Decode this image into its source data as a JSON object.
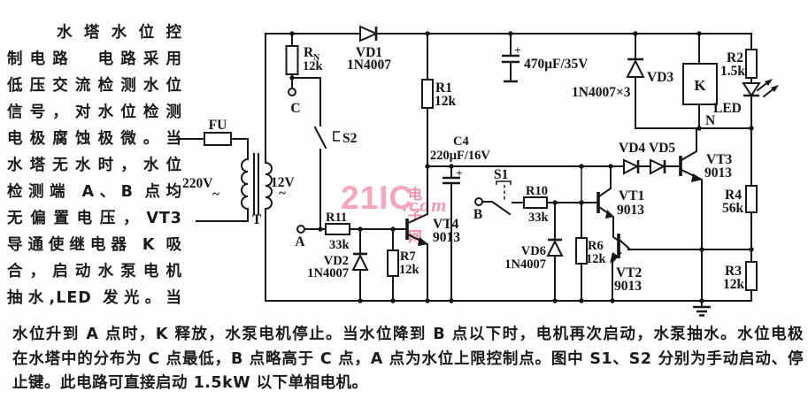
{
  "colors": {
    "ink": "#161616",
    "watermark_pink": "#f4a6bb",
    "watermark_red": "#ef8fa9",
    "background": "#fefefe"
  },
  "left_text": {
    "lines": [
      "水塔水位控",
      "制电路　电路采用",
      "低压交流检测水位",
      "信号，对水位检测",
      "电极腐蚀极微。当",
      "水塔无水时，水位",
      "检测端 A、B 点均",
      "无偏置电压，VT3",
      "导通使继电器 K 吸",
      "合，启动水泵电机",
      "抽水,LED 发光。当"
    ]
  },
  "bottom_text": {
    "lines": [
      "水位升到 A 点时，K 释放，水泵电机停止。当水位降到 B 点以下时，电机再次启动，水泵抽水。水位电极",
      "在水塔中的分布为 C 点最低，B 点略高于 C 点，A 点为水位上限控制点。图中 S1、S2 分别为手动启动、停",
      "止键。此电路可直接启动 1.5kW 以下单相电机。"
    ]
  },
  "watermark": {
    "brand": "21IC",
    "cn": "电子网",
    "com": ".com"
  },
  "circuit": {
    "fu": "FU",
    "v220": "220V",
    "v12": "12V",
    "tilde": "~",
    "t": "T",
    "a_point": "A",
    "b_point": "B",
    "c_point": "C",
    "n_point": "N",
    "s1": "S1",
    "s2": "S2",
    "k": "K",
    "led": "LED",
    "plus": "+",
    "rn": {
      "name": "R",
      "sub": "N",
      "value": "12k"
    },
    "r1": {
      "name": "R1",
      "value": "12k"
    },
    "r2": {
      "name": "R2",
      "value": "1.5k"
    },
    "r3": {
      "name": "R3",
      "value": "12k"
    },
    "r4": {
      "name": "R4",
      "value": "56k"
    },
    "r6": {
      "name": "R6",
      "value": "12k"
    },
    "r7": {
      "name": "R7",
      "value": "12k"
    },
    "r10": {
      "name": "R10",
      "value": "33k"
    },
    "r11": {
      "name": "R11",
      "value": "33k"
    },
    "vd1": {
      "name": "VD1",
      "value": "1N4007"
    },
    "vd2": {
      "name": "VD2",
      "value": "1N4007"
    },
    "vd3": {
      "name": "VD3",
      "value": "1N4007×3"
    },
    "vd4": {
      "name": "VD4"
    },
    "vd5": {
      "name": "VD5"
    },
    "vd6": {
      "name": "VD6",
      "value": "1N4007"
    },
    "vt1": {
      "name": "VT1",
      "value": "9013"
    },
    "vt2": {
      "name": "VT2",
      "value": "9013"
    },
    "vt3": {
      "name": "VT3",
      "value": "9013"
    },
    "vt4": {
      "name": "VT4",
      "value": "9013"
    },
    "c4": {
      "name": "C4",
      "value": "220μF/16V"
    },
    "c_filter": {
      "value": "470μF/35V"
    }
  }
}
